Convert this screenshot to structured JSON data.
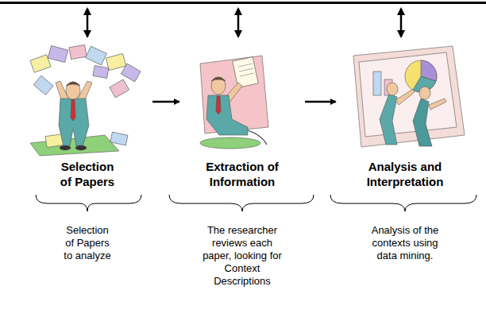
{
  "diagram": {
    "nodes": [
      {
        "text": [
          "Selection of Papers",
          "Selection of Papers to analyze"
        ]
      },
      {
        "text": [
          "Extraction of Information",
          "The researcher reviews each paper, looking for Context Descriptions"
        ]
      },
      {
        "text": [
          "Analysis and Interpretation",
          "Analysis of the contexts using data mining."
        ]
      }
    ],
    "edges": [
      {
        "from": 0,
        "to": 1,
        "arrow": "to"
      },
      {
        "from": 1,
        "to": 2,
        "arrow": "to"
      }
    ]
  }
}
